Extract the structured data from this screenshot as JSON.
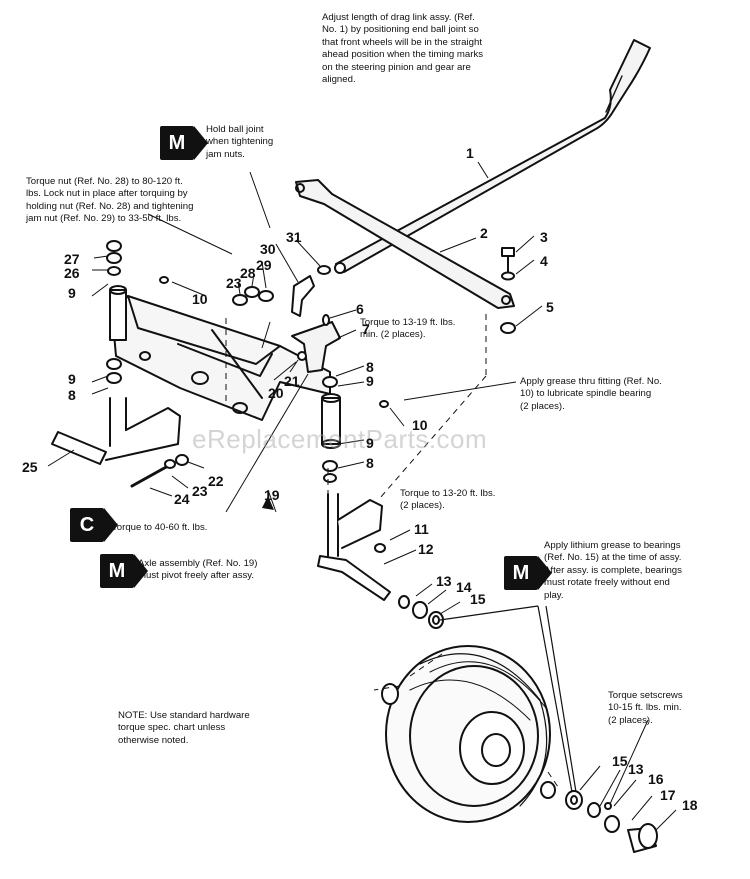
{
  "notes": {
    "drag_link": "Adjust length of drag link assy. (Ref.\nNo. 1) by positioning end ball joint so\nthat front wheels will be in the straight\nahead position when the timing marks\non the steering pinion and gear are\naligned.",
    "ball_joint": "Hold ball joint\nwhen tightening\njam nuts.",
    "torque_nut": "Torque nut (Ref. No. 28) to 80-120 ft.\nlbs. Lock nut in place after torquing by\nholding nut (Ref. No. 28) and tightening\njam nut (Ref. No. 29) to 33-50 ft. lbs.",
    "torque_13_19": "Torque to 13-19 ft. lbs.\nmin. (2 places).",
    "grease_fitting": "Apply grease thru fitting (Ref. No.\n10) to lubricate spindle bearing\n(2 places).",
    "torque_13_20": "Torque to 13-20 ft. lbs.\n(2 places).",
    "torque_40_60": "Torque to 40-60 ft. lbs.",
    "axle_pivot": "Axle assembly (Ref. No. 19)\nmust pivot freely after assy.",
    "lithium": "Apply lithium grease to bearings\n(Ref. No. 15) at the time of assy.\nAfter assy. is complete, bearings\nmust rotate freely without end\nplay.",
    "setscrews": "Torque setscrews\n10-15 ft. lbs. min.\n(2 places).",
    "standard": "NOTE: Use standard hardware\ntorque spec. chart unless\notherwise noted."
  },
  "badges": {
    "m1": "M",
    "c": "C",
    "m2": "M",
    "m3": "M"
  },
  "callouts": {
    "c1": "1",
    "c2": "2",
    "c3": "3",
    "c4": "4",
    "c5": "5",
    "c6": "6",
    "c7": "7",
    "c8a": "8",
    "c8b": "8",
    "c8c": "8",
    "c9a": "9",
    "c9b": "9",
    "c9c": "9",
    "c9d": "9",
    "c10a": "10",
    "c10b": "10",
    "c11": "11",
    "c12": "12",
    "c13a": "13",
    "c13b": "13",
    "c14": "14",
    "c15a": "15",
    "c15b": "15",
    "c16": "16",
    "c17": "17",
    "c18": "18",
    "c19": "19",
    "c20": "20",
    "c21": "21",
    "c22": "22",
    "c23a": "23",
    "c23b": "23",
    "c24": "24",
    "c25": "25",
    "c26": "26",
    "c27": "27",
    "c28": "28",
    "c29": "29",
    "c30": "30",
    "c31": "31"
  },
  "watermark": "eReplacementParts.com"
}
